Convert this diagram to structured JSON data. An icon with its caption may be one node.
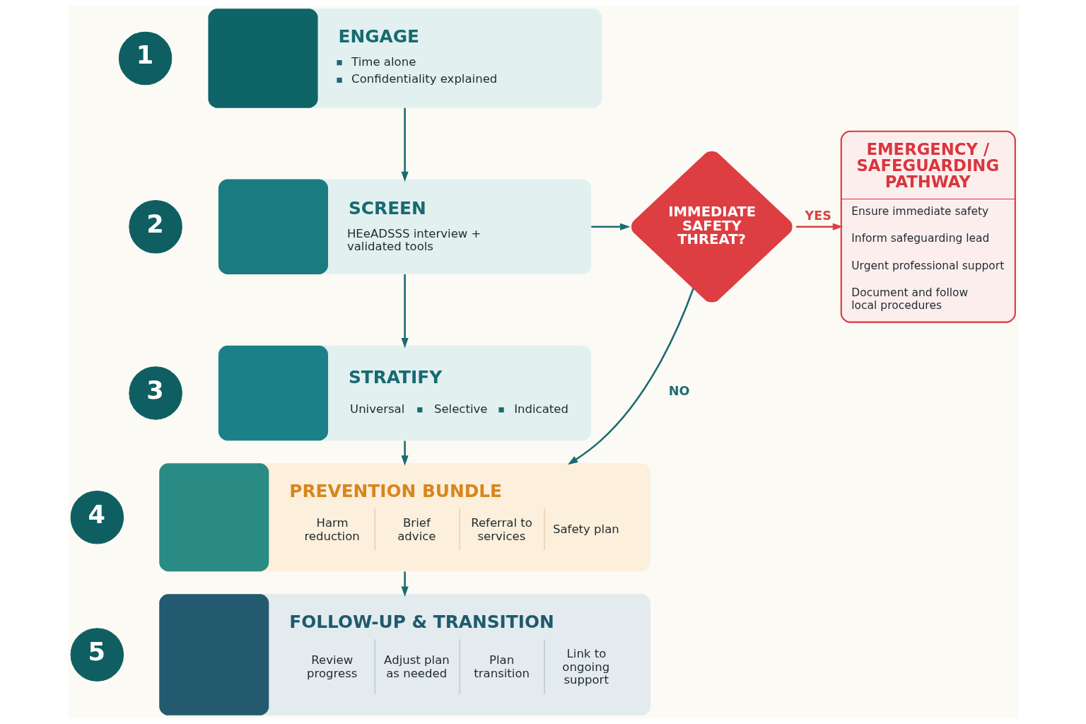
{
  "diagram": {
    "nodes": [
      {
        "text": [
          "1"
        ]
      },
      {
        "text": [
          "ENGAGE",
          "Time alone",
          "Confidentiality explained"
        ]
      },
      {
        "text": [
          "2"
        ]
      },
      {
        "text": [
          "SCREEN",
          "HEeADSSS interview + validated tools"
        ]
      },
      {
        "text": [
          "3"
        ]
      },
      {
        "text": [
          "STRATIFY",
          "Universal",
          "Selective",
          "Indicated"
        ]
      },
      {
        "text": [
          "4"
        ]
      },
      {
        "text": [
          "PREVENTION BUNDLE",
          "Harm reduction",
          "Brief advice",
          "Referral to services",
          "Safety plan"
        ]
      },
      {
        "text": [
          "5"
        ]
      },
      {
        "text": [
          "FOLLOW-UP & TRANSITION",
          "Review progress",
          "Adjust plan as needed",
          "Plan transition",
          "Link to ongoing support"
        ]
      },
      {
        "text": [
          "IMMEDIATE SAFETY THREAT?"
        ]
      },
      {
        "text": [
          "EMERGENCY / SAFEGUARDING PATHWAY",
          "Ensure immediate safety",
          "Inform safeguarding lead",
          "Urgent professional support",
          "Document and follow local procedures"
        ]
      }
    ],
    "edges": [
      {
        "from": 1,
        "to": 3,
        "arrow": "to"
      },
      {
        "from": 3,
        "to": 5,
        "arrow": "to"
      },
      {
        "from": 5,
        "to": 7,
        "arrow": "to"
      },
      {
        "from": 7,
        "to": 9,
        "arrow": "to"
      },
      {
        "from": 3,
        "to": 10,
        "arrow": "to"
      },
      {
        "from": 10,
        "to": 11,
        "arrow": "to",
        "label": "YES",
        "color": "#d94141"
      },
      {
        "from": 10,
        "to": 7,
        "arrow": "to",
        "label": "NO"
      }
    ]
  }
}
